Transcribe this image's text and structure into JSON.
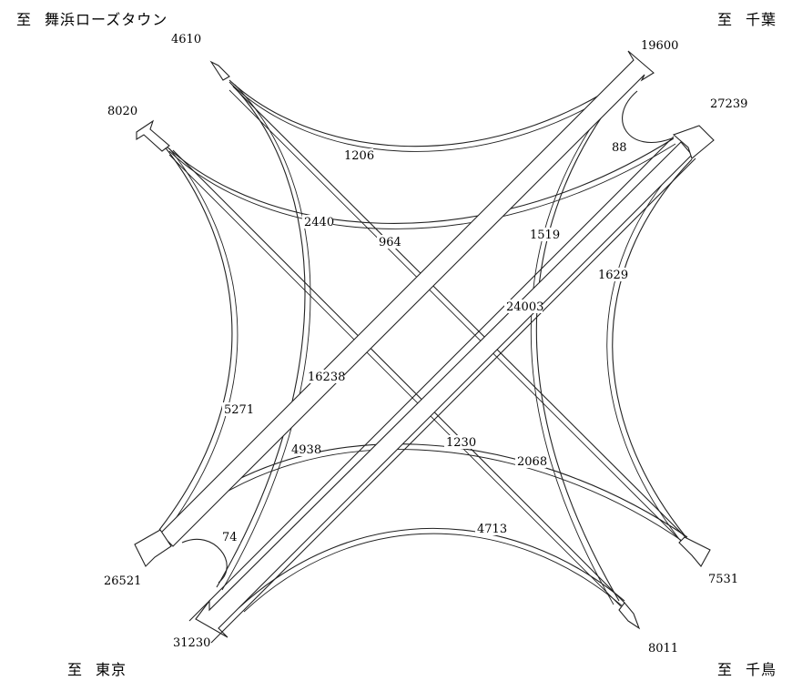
{
  "corners": {
    "top_left": {
      "prefix": "至",
      "place": "舞浜ローズタウン"
    },
    "top_right": {
      "prefix": "至",
      "place": "千葉"
    },
    "bottom_left": {
      "prefix": "至",
      "place": "東京"
    },
    "bottom_right": {
      "prefix": "至",
      "place": "千鳥"
    }
  },
  "terminals": {
    "tl_in": "4610",
    "tl_out": "8020",
    "tr_out": "19600",
    "tr_in": "27239",
    "bl_in": "26521",
    "bl_out": "31230",
    "br_out": "7531",
    "br_in": "8011"
  },
  "flows": {
    "tl_to_tr": "1206",
    "tr_uturn": "88",
    "tr_to_tl": "964",
    "tl_to_bl_right": "2440",
    "tr_to_br_left": "1519",
    "tr_to_br": "1629",
    "tr_to_bl": "24003",
    "bl_to_tr": "16238",
    "tl_to_bl": "5271",
    "bl_to_br": "1230",
    "bl_left": "4938",
    "br_left": "2068",
    "bl_uturn": "74",
    "br_to_bl": "4713"
  }
}
